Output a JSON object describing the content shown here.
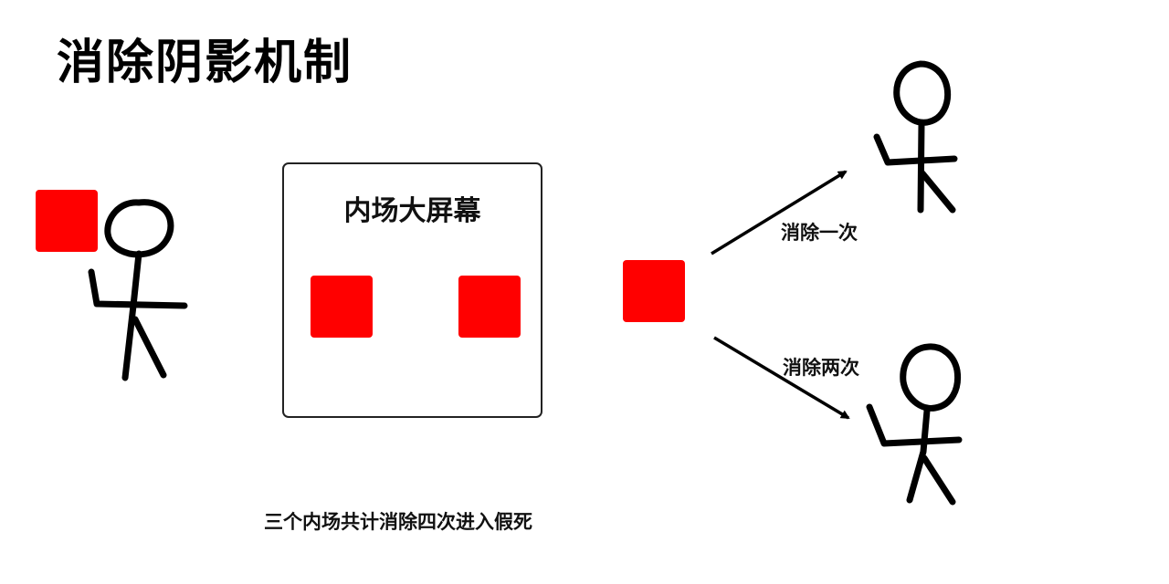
{
  "title": "消除阴影机制",
  "screen": {
    "label": "内场大屏幕"
  },
  "branches": [
    {
      "label": "消除一次"
    },
    {
      "label": "消除两次"
    }
  ],
  "footer_note": "三个内场共计消除四次进入假死",
  "colors": {
    "shadow_square": "#ff0000",
    "stroke": "#000000",
    "background": "#ffffff"
  },
  "icons": [
    "stick-figure-icon",
    "arrow-icon"
  ]
}
